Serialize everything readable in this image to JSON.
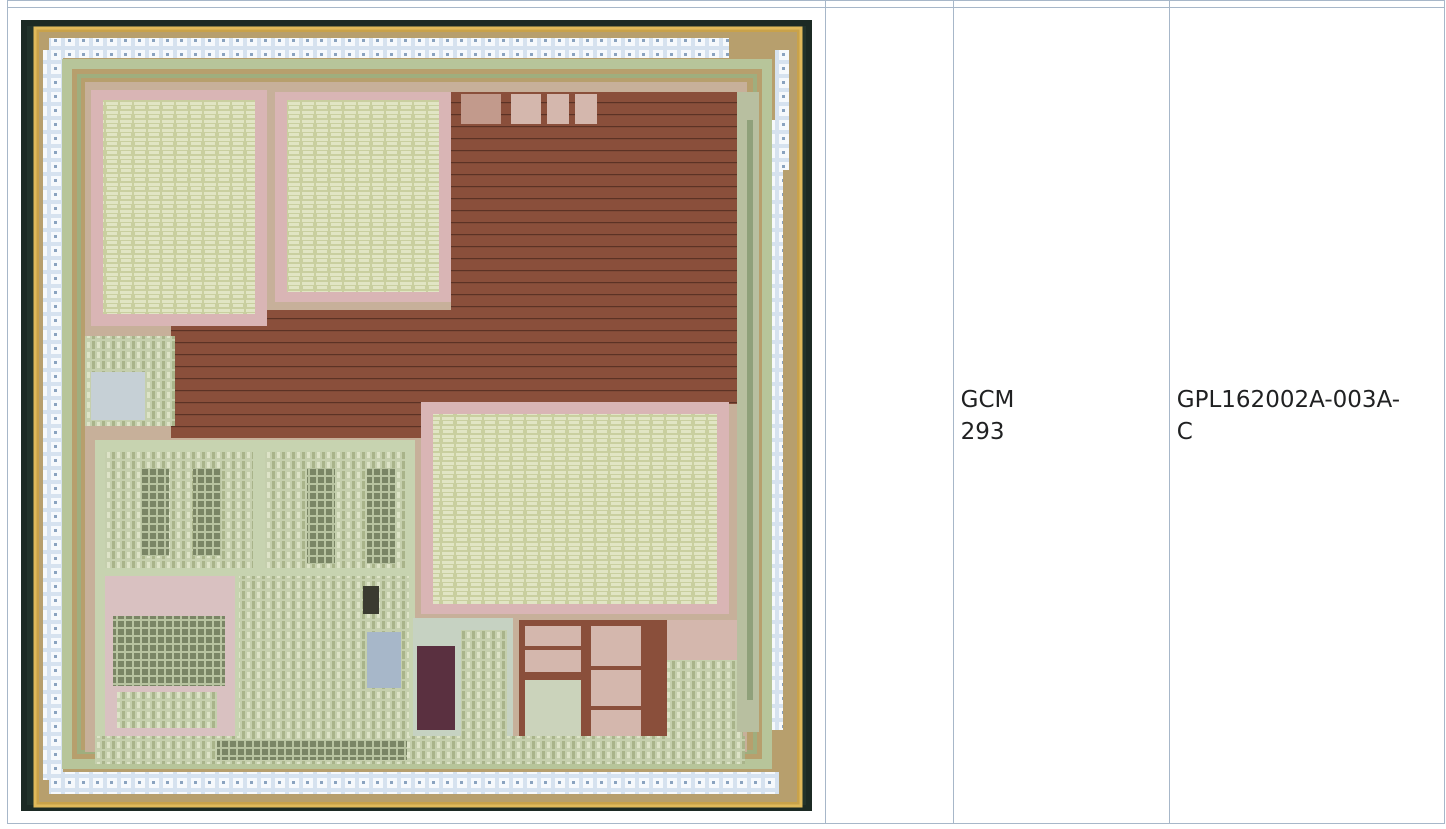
{
  "row": {
    "image": {
      "alt": "Die photograph",
      "colors": {
        "background": "#1c2a24",
        "die_edge": "#c9a24a",
        "pad_ring": "#e8eef6",
        "pad": "#f4f7fb",
        "bus": "#b7c59a",
        "sram_block": "#d2d8b1",
        "sram_frame": "#d9b5b5",
        "logic_region": "#8a4f3b",
        "analog_region": "#c7d3b0"
      }
    },
    "cells": [
      {
        "lines": [
          "GCM",
          "293"
        ]
      },
      {
        "lines": [
          "GPL162002A-003A-",
          "C"
        ]
      }
    ]
  }
}
